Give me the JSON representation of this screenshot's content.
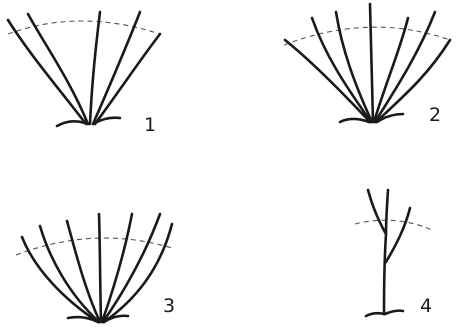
{
  "figures": [
    {
      "number": "1"
    },
    {
      "number": "2"
    },
    {
      "number": "3"
    },
    {
      "number": "4"
    }
  ]
}
